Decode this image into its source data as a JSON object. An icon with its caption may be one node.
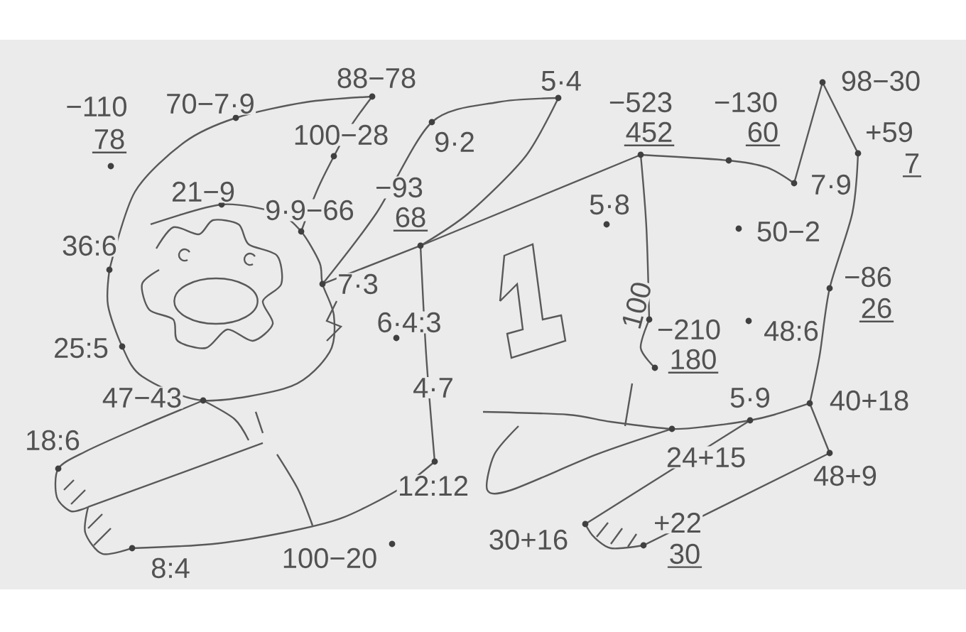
{
  "diagram": {
    "labels": [
      "−110",
      "78",
      "70−7·9",
      "88−78",
      "5·4",
      "−523",
      "452",
      "−130",
      "60",
      "98−30",
      "+59",
      "7",
      "100−28",
      "9·2",
      "21−9",
      "9·9−66",
      "−93",
      "68",
      "7·9",
      "5·8",
      "50−2",
      "36:6",
      "7·3",
      "−86",
      "26",
      "6·4:3",
      "100",
      "−210",
      "180",
      "48:6",
      "25:5",
      "4·7",
      "47−43",
      "5·9",
      "40+18",
      "18:6",
      "24+15",
      "48+9",
      "12:12",
      "30+16",
      "+22",
      "8:4",
      "100−20",
      "30"
    ]
  }
}
